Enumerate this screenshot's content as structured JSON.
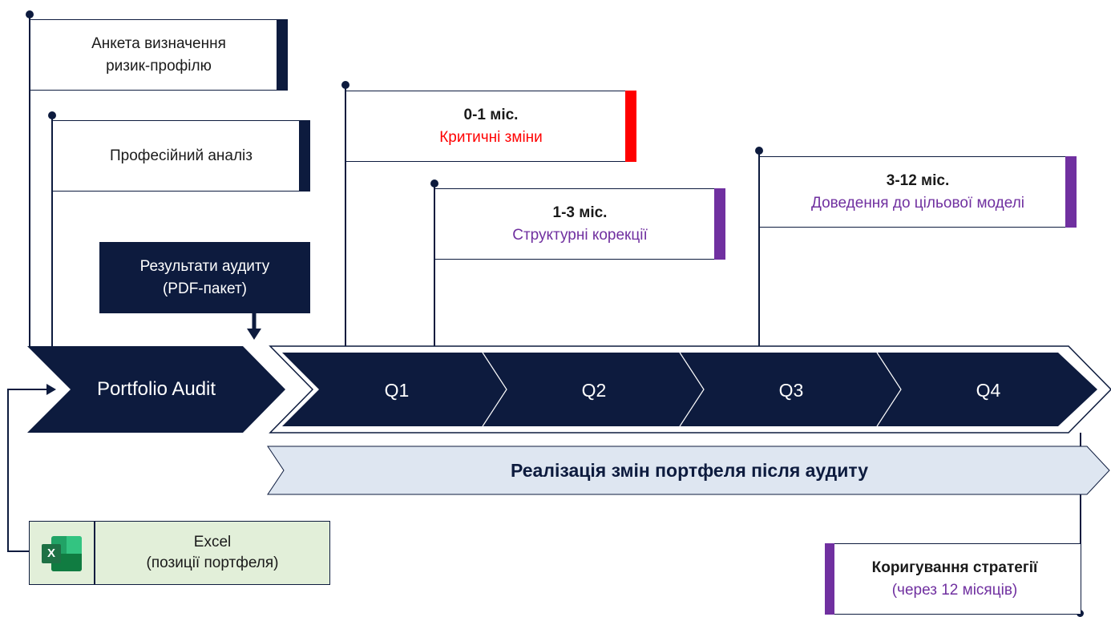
{
  "cards": {
    "questionnaire": {
      "line1": "Анкета визначення",
      "line2": "ризик-профілю"
    },
    "analysis": {
      "label": "Професійний аналіз"
    },
    "audit_results": {
      "line1": "Результати аудиту",
      "line2": "(PDF-пакет)"
    },
    "phase_0_1": {
      "period": "0-1 міс.",
      "title": "Критичні зміни"
    },
    "phase_1_3": {
      "period": "1-3 міс.",
      "title": "Структурні корекції"
    },
    "phase_3_12": {
      "period": "3-12 міс.",
      "title": "Доведення до цільової моделі"
    },
    "strategy": {
      "title": "Коригування стратегії",
      "subtitle": "(через 12 місяців)"
    }
  },
  "timeline": {
    "audit_label": "Portfolio Audit",
    "quarters": [
      "Q1",
      "Q2",
      "Q3",
      "Q4"
    ],
    "implementation_label": "Реалізація змін портфеля після аудиту"
  },
  "excel": {
    "icon_letter": "X",
    "line1": "Excel",
    "line2": "(позиції портфеля)"
  },
  "colors": {
    "navy": "#0d1b3e",
    "red": "#ff0000",
    "purple": "#7030a0",
    "light_blue": "#dee6f1",
    "excel_green": "#e2efd9",
    "excel_icon": "#1e7145"
  }
}
